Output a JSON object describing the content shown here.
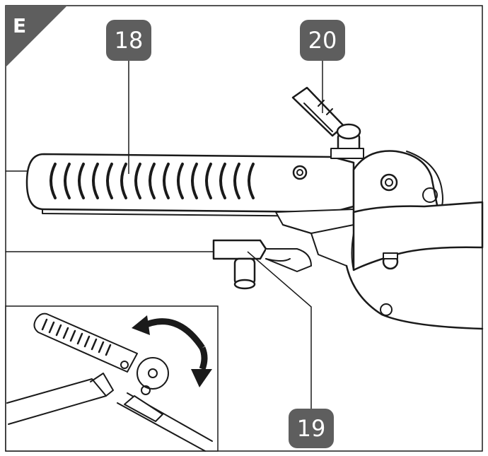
{
  "section": {
    "letter": "E"
  },
  "callouts": [
    {
      "id": "18",
      "label": "18",
      "target": "handle-grip"
    },
    {
      "id": "19",
      "label": "19",
      "target": "lever"
    },
    {
      "id": "20",
      "label": "20",
      "target": "locking-pin"
    }
  ],
  "colors": {
    "badge_fill": "#5e5e5e",
    "line": "#1a1a1a",
    "background": "#ffffff"
  },
  "inset": {
    "arrow": "double-curved-arrow"
  }
}
